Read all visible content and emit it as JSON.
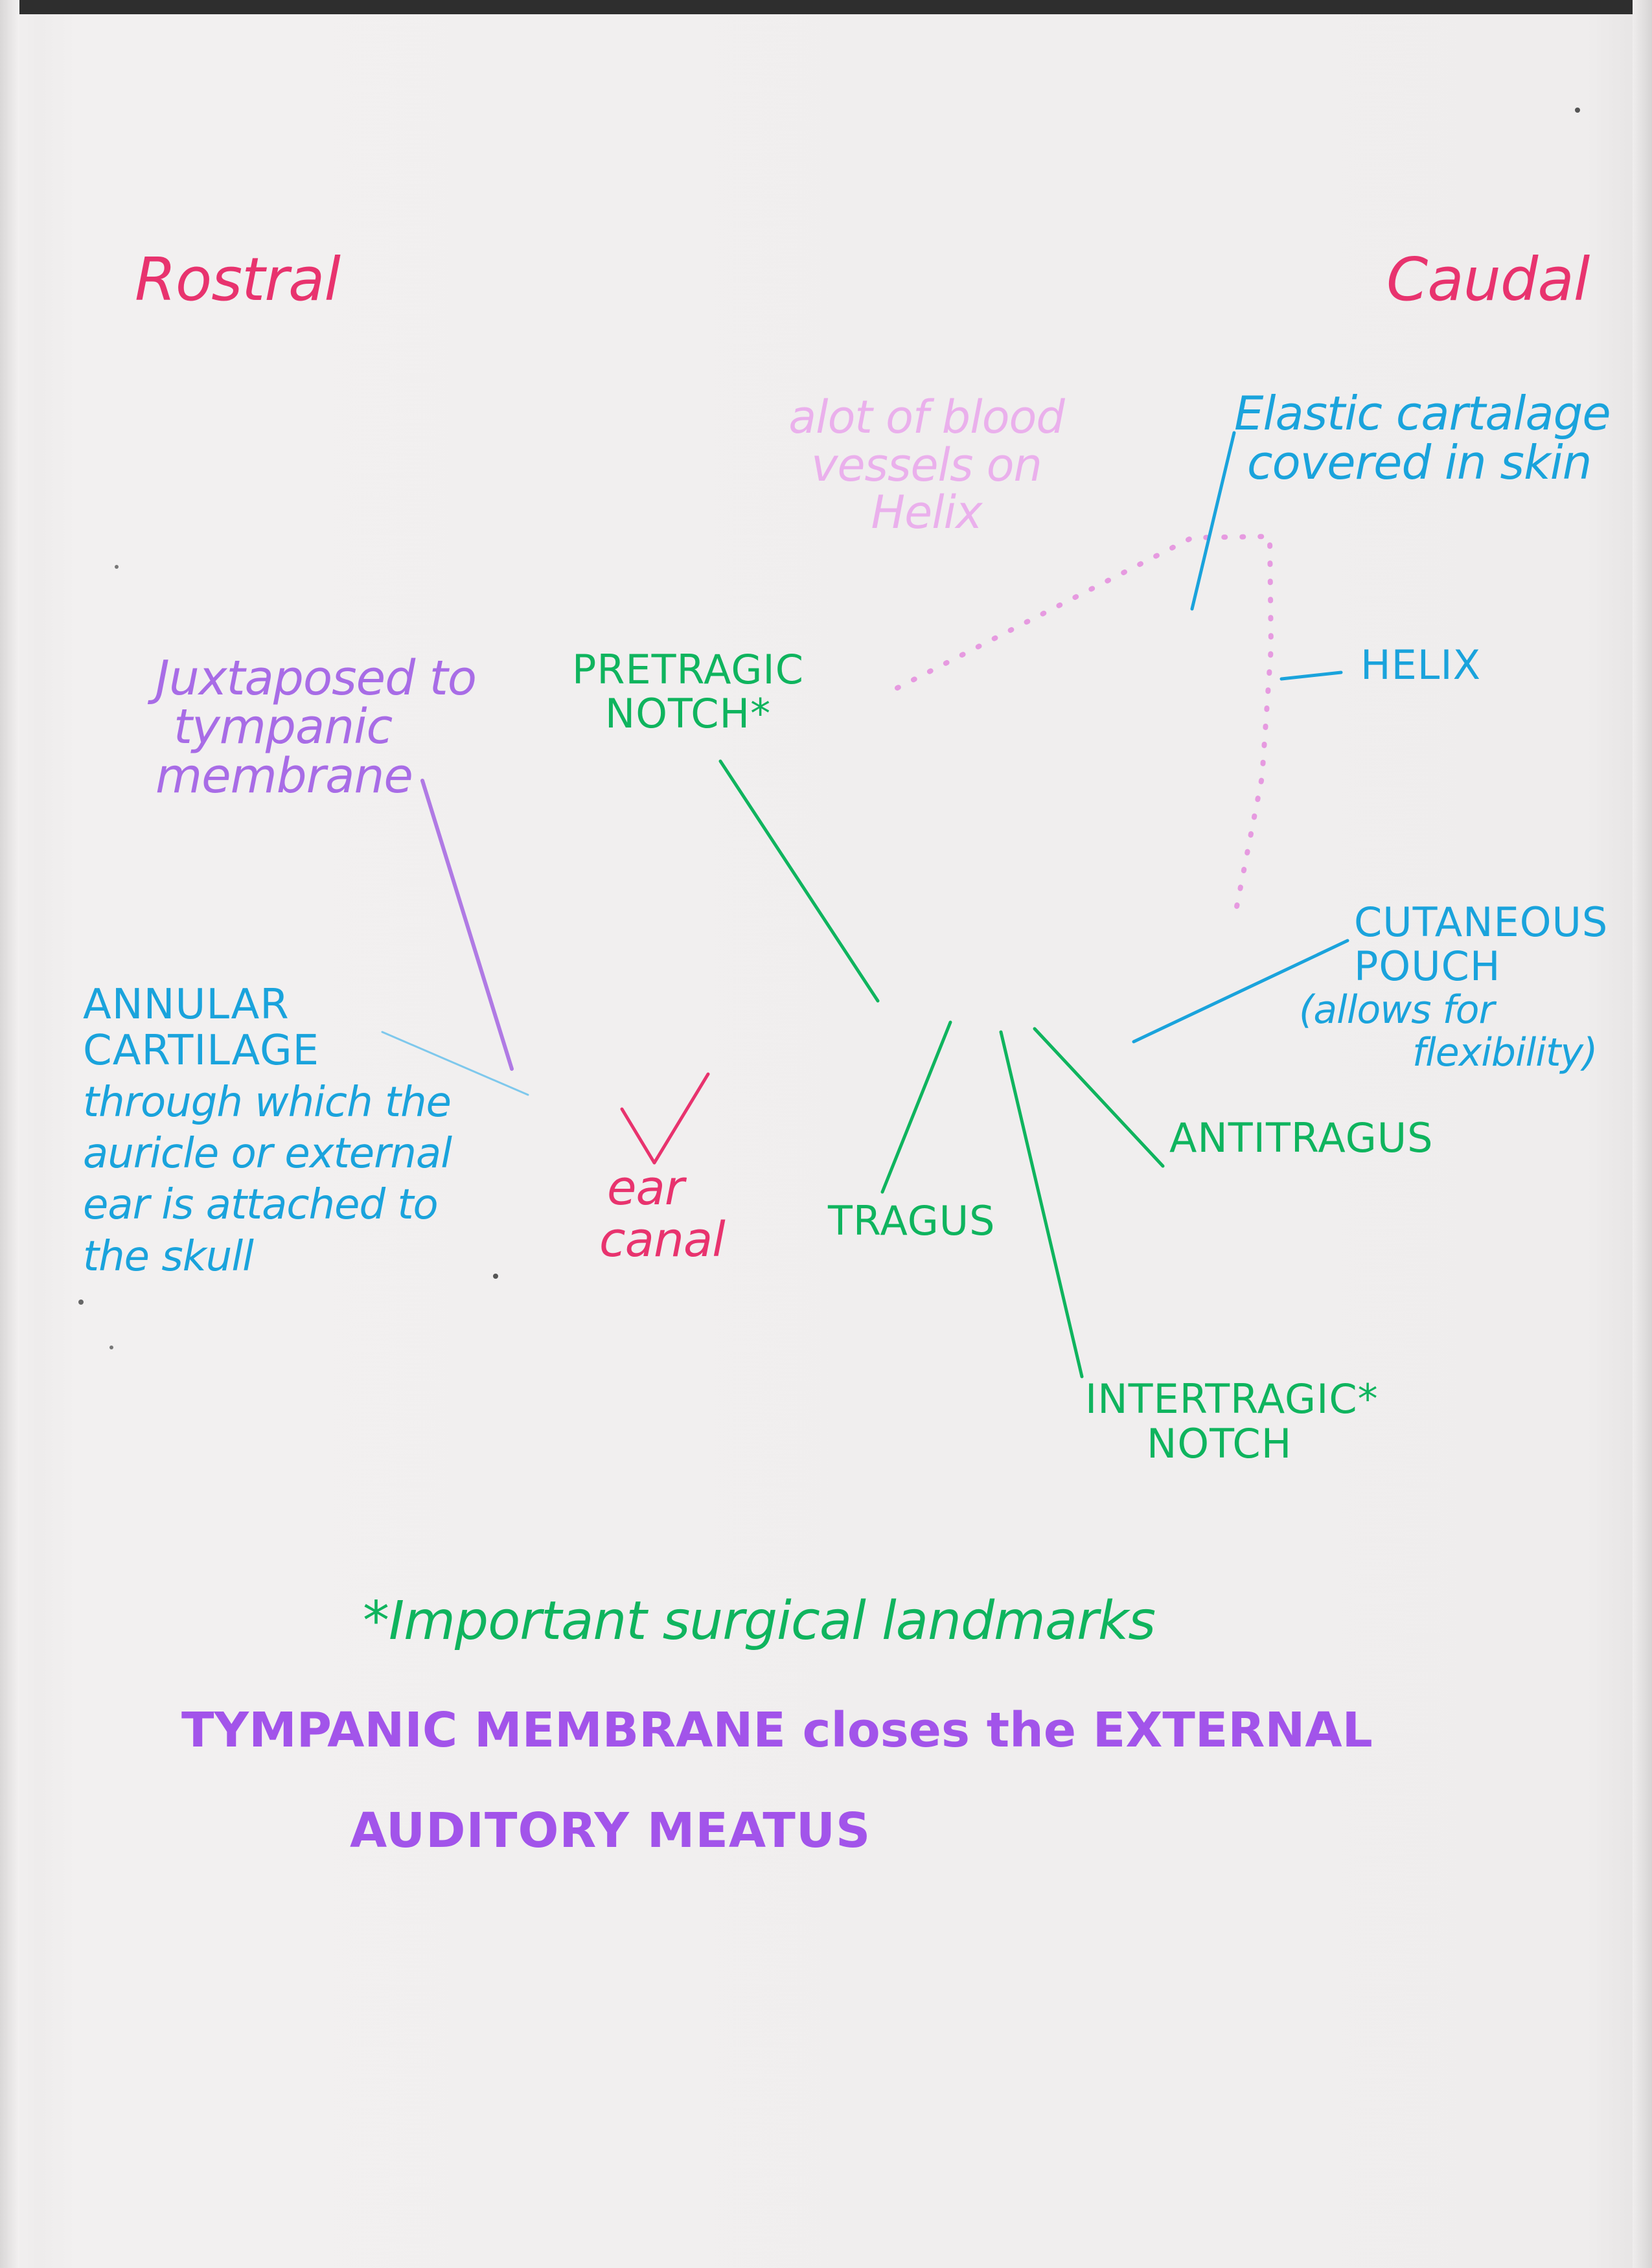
{
  "orientation": {
    "left_label": "Rostral",
    "right_label": "Caudal"
  },
  "labels": {
    "blood_vessels_note": [
      "alot of blood",
      "vessels on",
      "Helix"
    ],
    "elastic_cartilage_note": [
      "Elastic cartalage",
      "covered in skin"
    ],
    "helix": "HELIX",
    "juxtaposed_note": [
      "Juxtaposed to",
      "tympanic",
      "membrane"
    ],
    "pretragic_notch": [
      "PRETRAGIC",
      "NOTCH*"
    ],
    "cutaneous_pouch": [
      "CUTANEOUS",
      "POUCH",
      "(allows for",
      "flexibility)"
    ],
    "annular_cartilage": [
      "ANNULAR",
      "CARTILAGE",
      "through which the",
      "auricle or external",
      "ear is attached to",
      "the skull"
    ],
    "ear_canal": [
      "ear",
      "canal"
    ],
    "tragus": "TRAGUS",
    "antitragus": "ANTITRAGUS",
    "intertragic_notch": [
      "INTERTRAGIC*",
      "NOTCH"
    ]
  },
  "footnotes": {
    "surgical_landmarks": "*Important surgical landmarks",
    "tympanic_line_1": "TYMPANIC MEMBRANE closes the EXTERNAL",
    "tympanic_line_2": "AUDITORY MEATUS"
  },
  "colors": {
    "pink": "#e8336e",
    "light_pink": "#eab0ec",
    "dotted_pink": "#e69ae0",
    "blue": "#1aa3dc",
    "green": "#0fb45e",
    "purple": "#a86ce6",
    "purple_bold": "#a254ea",
    "paper": "#efeded"
  }
}
